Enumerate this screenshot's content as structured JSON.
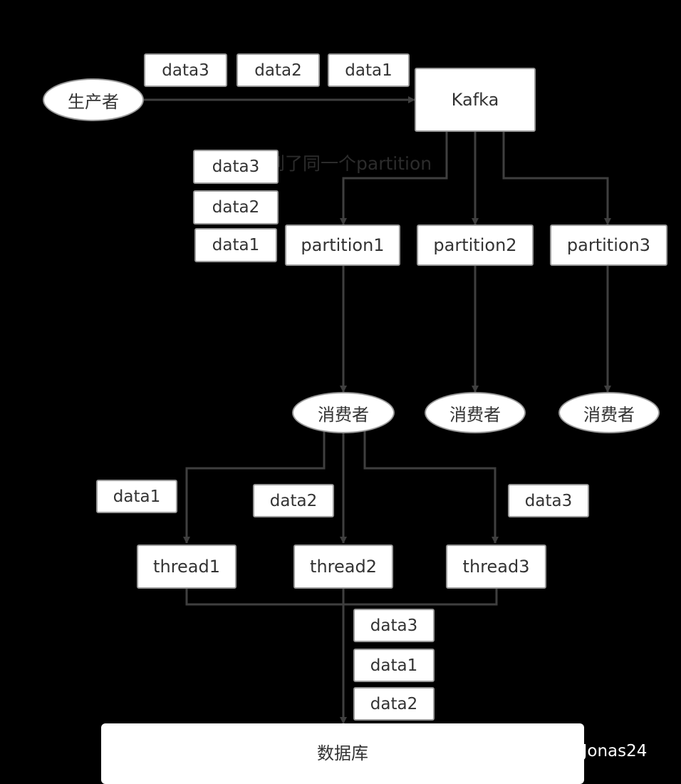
{
  "producer": "生产者",
  "kafka": "Kafka",
  "note": "到了同一个partition",
  "partitions": [
    "partition1",
    "partition2",
    "partition3"
  ],
  "consumers": [
    "消费者",
    "消费者",
    "消费者"
  ],
  "threads": [
    "thread1",
    "thread2",
    "thread3"
  ],
  "producer_messages": [
    "data3",
    "data2",
    "data1"
  ],
  "partition1_messages": [
    "data3",
    "data2",
    "data1"
  ],
  "thread_messages": [
    "data1",
    "data2",
    "data3"
  ],
  "db_messages": [
    "data3",
    "data1",
    "data2"
  ],
  "database": "数据库",
  "watermark": "掘金技术社区 @ Jonas24",
  "colors": {
    "background": "#000000",
    "line": "#3f3f3f",
    "node": "#ffffff",
    "text": "#333333"
  }
}
